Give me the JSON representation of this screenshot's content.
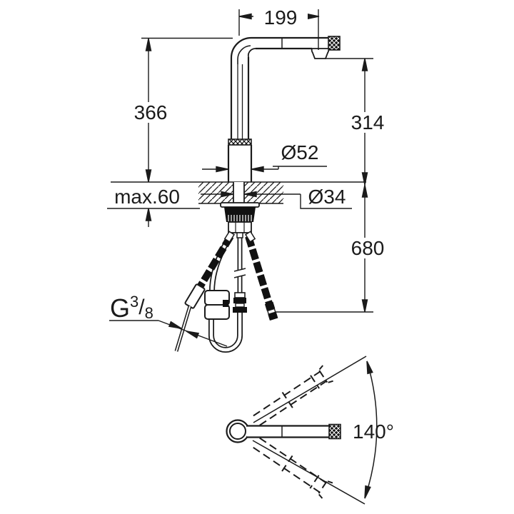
{
  "diagram": {
    "type": "technical-dimension-drawing",
    "subject": "pull-out kitchen faucet, front view with under-counter hoses and top swivel view",
    "colors": {
      "line": "#1b1b1b",
      "background": "#ffffff"
    },
    "labels": {
      "spout_reach": "199",
      "height_total": "366",
      "outlet_height": "314",
      "hose_length_below": "680",
      "deck_thickness": "max.60",
      "base_diameter": "Ø52",
      "hole_diameter": "Ø34",
      "swivel_angle": "140°"
    },
    "thread": {
      "prefix": "G",
      "numerator": "3",
      "slash": "/",
      "denominator": "8"
    }
  }
}
